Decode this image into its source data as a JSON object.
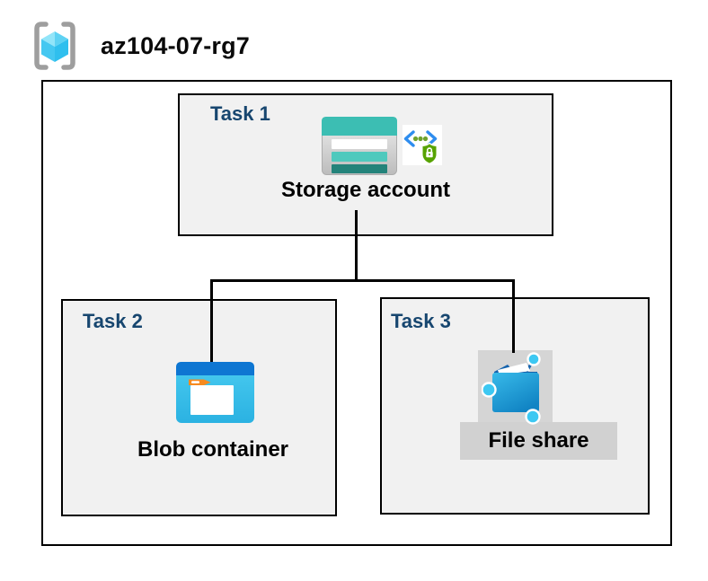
{
  "header": {
    "icon": "resource-group-icon",
    "title": "az104-07-rg7"
  },
  "tasks": [
    {
      "label": "Task 1",
      "resource_label": "Storage account",
      "icons": [
        "storage-account-icon",
        "secure-access-icon"
      ]
    },
    {
      "label": "Task 2",
      "resource_label": "Blob container",
      "icons": [
        "blob-container-icon"
      ]
    },
    {
      "label": "Task 3",
      "resource_label": "File share",
      "icons": [
        "file-share-icon"
      ],
      "highlighted": true
    }
  ],
  "connections": [
    {
      "from": "Storage account",
      "to": "Blob container"
    },
    {
      "from": "Storage account",
      "to": "File share"
    }
  ],
  "colors": {
    "task_label_blue": "#17466F",
    "task_box_fill": "#F1F1F1",
    "border_black": "#000000",
    "storage_teal": "#3CBEB3",
    "storage_teal_light": "#4FC9BD",
    "storage_teal_dark": "#23837A",
    "blob_header_blue": "#0E76D2",
    "blob_body_cyan": "#3EC6EE",
    "folder_tab_orange": "#F68A1F",
    "fileshare_folder_blue": "#1E9CD8",
    "fileshare_flap_navy": "#1563AD",
    "network_node_cyan": "#3DC8F2",
    "shield_green": "#57A300",
    "code_bracket_blue": "#2E8DEF",
    "highlight_gray": "#D5D5D5",
    "rg_bracket_gray": "#9E9E9E",
    "rg_cube_cyan": "#45C8F1"
  }
}
